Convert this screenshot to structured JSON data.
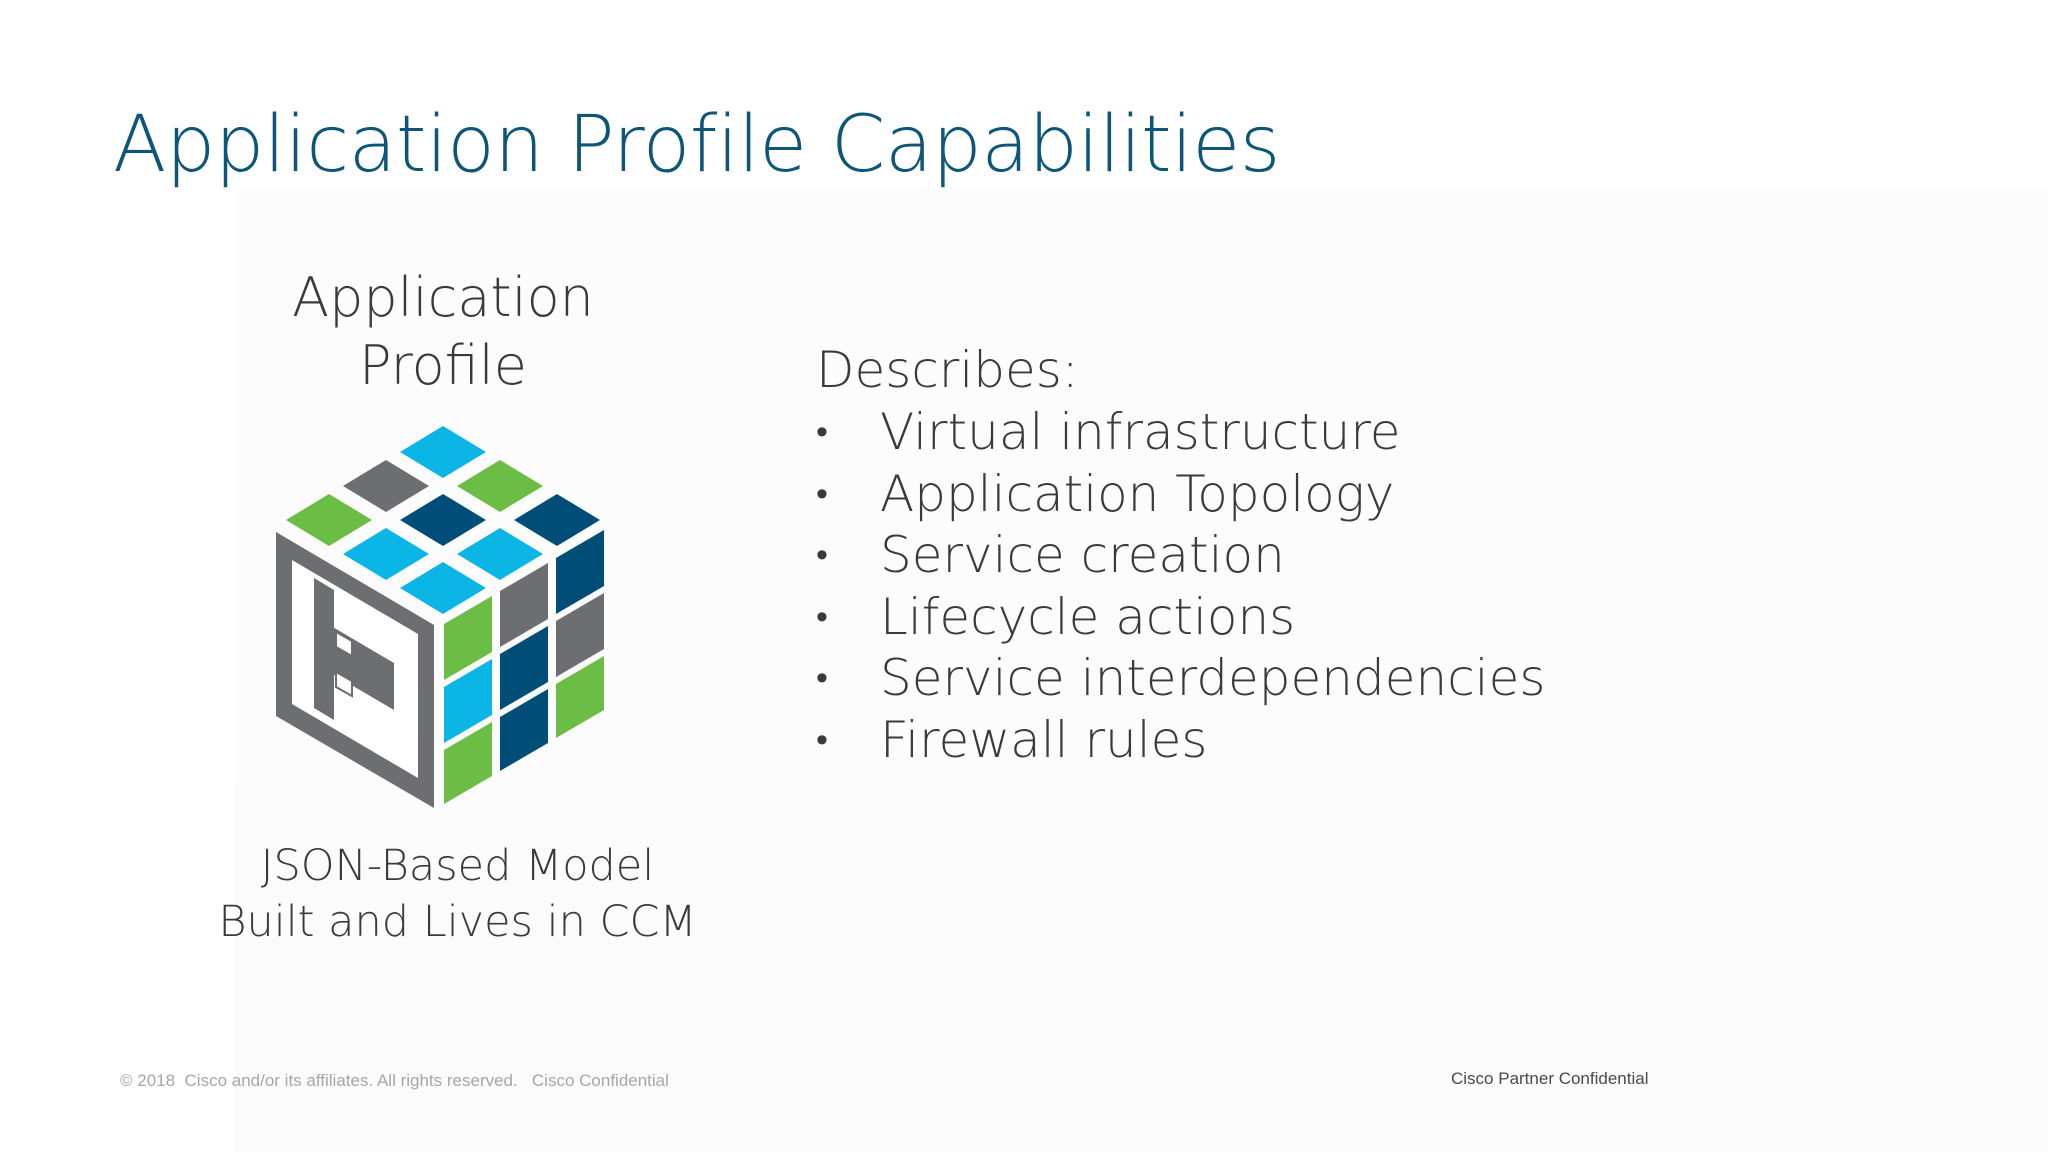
{
  "slide": {
    "title": "Application Profile Capabilities"
  },
  "profile": {
    "heading_line1": "Application",
    "heading_line2": "Profile",
    "icon": "application-profile-cube-icon",
    "caption_line1": "JSON-Based Model",
    "caption_line2": "Built and Lives in CCM"
  },
  "describes": {
    "label": "Describes:",
    "bullet_glyph": "•",
    "items": [
      "Virtual infrastructure",
      "Application Topology",
      "Service creation",
      "Lifecycle actions",
      "Service interdependencies",
      "Firewall rules"
    ]
  },
  "footer": {
    "left": "© 2018  Cisco and/or its affiliates. All rights reserved.   Cisco Confidential",
    "right": "Cisco Partner Confidential"
  },
  "colors": {
    "title": "#0d5579",
    "cube_light_blue": "#0bb5e6",
    "cube_dark_blue": "#004e78",
    "cube_green": "#6cbd45",
    "cube_gray": "#6d6e71"
  }
}
